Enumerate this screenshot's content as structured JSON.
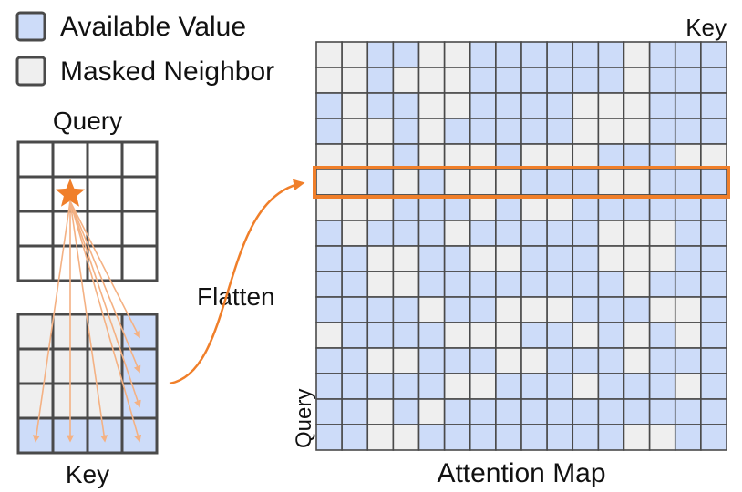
{
  "legend": {
    "available_label": "Available Value",
    "masked_label": "Masked Neighbor"
  },
  "labels": {
    "query_top": "Query",
    "key_bottom": "Key",
    "flatten": "Flatten",
    "map_key": "Key",
    "map_query": "Query",
    "map_title": "Attention Map"
  },
  "colors": {
    "available": "#cddcf9",
    "masked": "#efefef",
    "grid_line": "#4a4a4a",
    "accent": "#f07f2a",
    "arrow": "#f4b183"
  },
  "query_grid": {
    "rows": 4,
    "cols": 4,
    "query_cell": [
      1,
      1
    ],
    "query_marker": "star-icon"
  },
  "key_grid": {
    "rows": 4,
    "cols": 4,
    "available": [
      [
        0,
        3
      ],
      [
        1,
        3
      ],
      [
        2,
        3
      ],
      [
        3,
        0
      ],
      [
        3,
        1
      ],
      [
        3,
        2
      ],
      [
        3,
        3
      ]
    ]
  },
  "attention_map": {
    "size": 16,
    "highlight_row": 5,
    "rows": [
      "0011001111110111",
      "0010001111110111",
      "1011001111000111",
      "1001011111000111",
      "0001000100011100",
      "0010100011100111",
      "0001110100111111",
      "1011101111100011",
      "1100110011100011",
      "1100111111110111",
      "1111011000111001",
      "0111100011010101",
      "1100111001110111",
      "1111100111011101",
      "1101011111111111",
      "1100111111110011"
    ]
  }
}
